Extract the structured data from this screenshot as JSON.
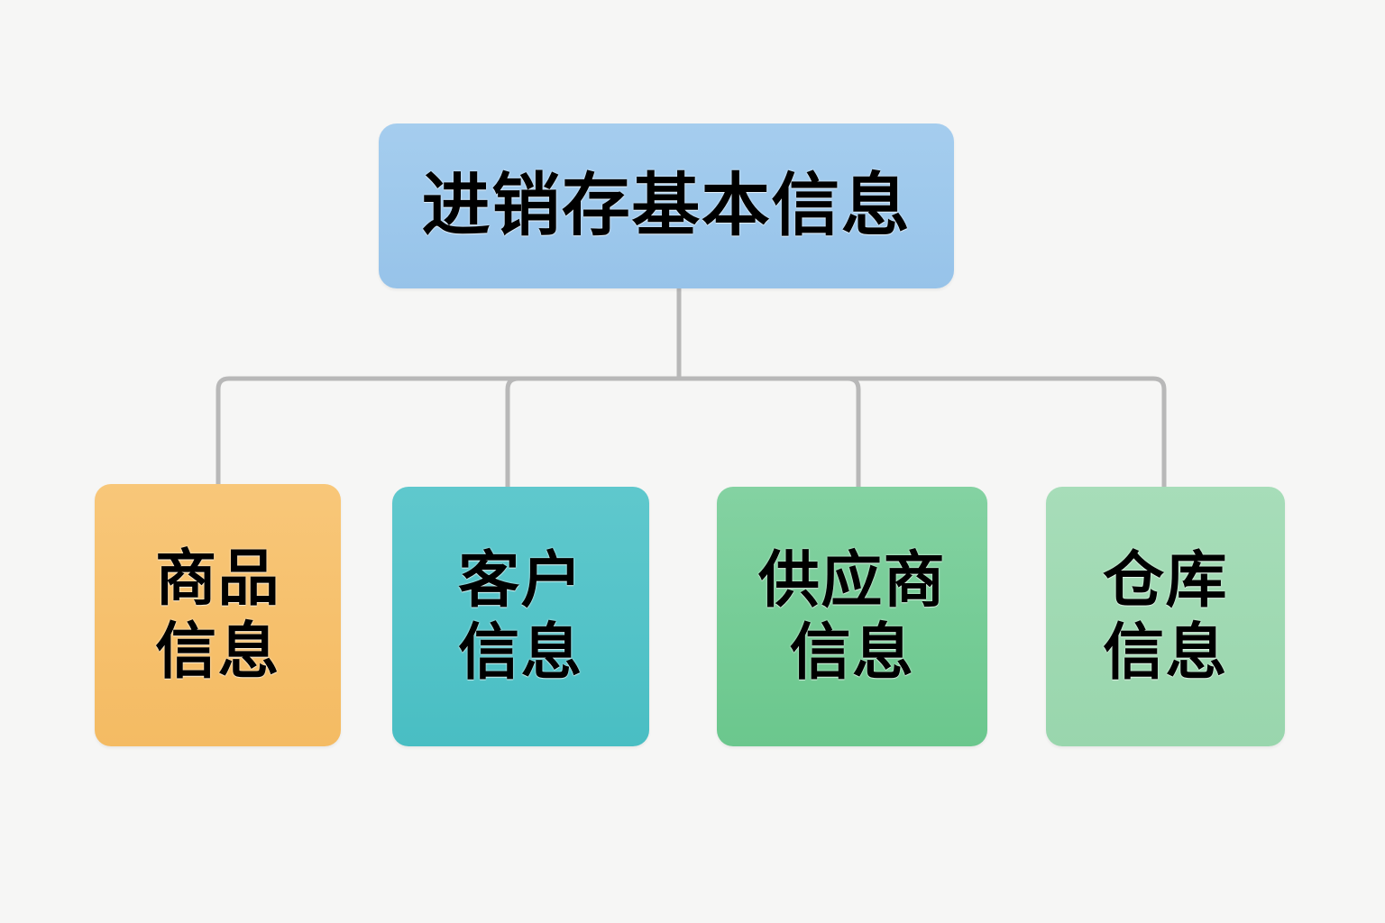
{
  "diagram": {
    "type": "org-chart",
    "orientation": "top-down",
    "background_color": "#f6f6f5",
    "connector_color": "#b8b8b8",
    "root": {
      "id": "root",
      "label": "进销存基本信息",
      "color": "#9dc8ec"
    },
    "children": [
      {
        "id": "product",
        "label": "商品\n信息",
        "color": "#f6c06c"
      },
      {
        "id": "customer",
        "label": "客户\n信息",
        "color": "#53c3c8"
      },
      {
        "id": "supplier",
        "label": "供应商\n信息",
        "color": "#75cc96"
      },
      {
        "id": "warehouse",
        "label": "仓库\n信息",
        "color": "#9fd9b2"
      }
    ]
  }
}
